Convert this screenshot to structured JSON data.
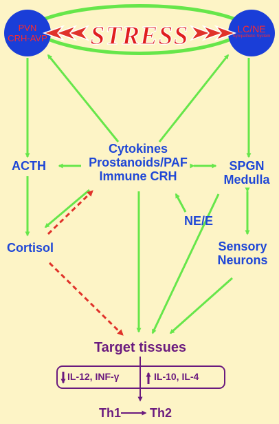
{
  "nodes": {
    "pvn": {
      "line1": "PVN",
      "line2": "CRH-AVP"
    },
    "lcne": {
      "line1": "LC/NE",
      "line2": "Sympathetic System"
    },
    "stress": "STRESS",
    "acth": "ACTH",
    "cytokines": {
      "line1": "Cytokines",
      "line2": "Prostanoids/PAF",
      "line3": "Immune CRH"
    },
    "spgn": {
      "line1": "SPGN",
      "line2": "Medulla"
    },
    "cortisol": "Cortisol",
    "nee": "NE/E",
    "sensory": {
      "line1": "Sensory",
      "line2": "Neurons"
    },
    "target": "Target tissues",
    "cytokine_box": {
      "left": "IL-12, INF-γ",
      "right": "IL-10, IL-4"
    },
    "th1": "Th1",
    "th2": "Th2"
  },
  "colors": {
    "background": "#fdf4c6",
    "arrow": "#66e64a",
    "inhibit_arrow": "#e0322a",
    "node_fill": "#1a3ed8",
    "node_text": "#ff2a2a",
    "label": "#1f47d6",
    "target": "#6a1a7e"
  }
}
